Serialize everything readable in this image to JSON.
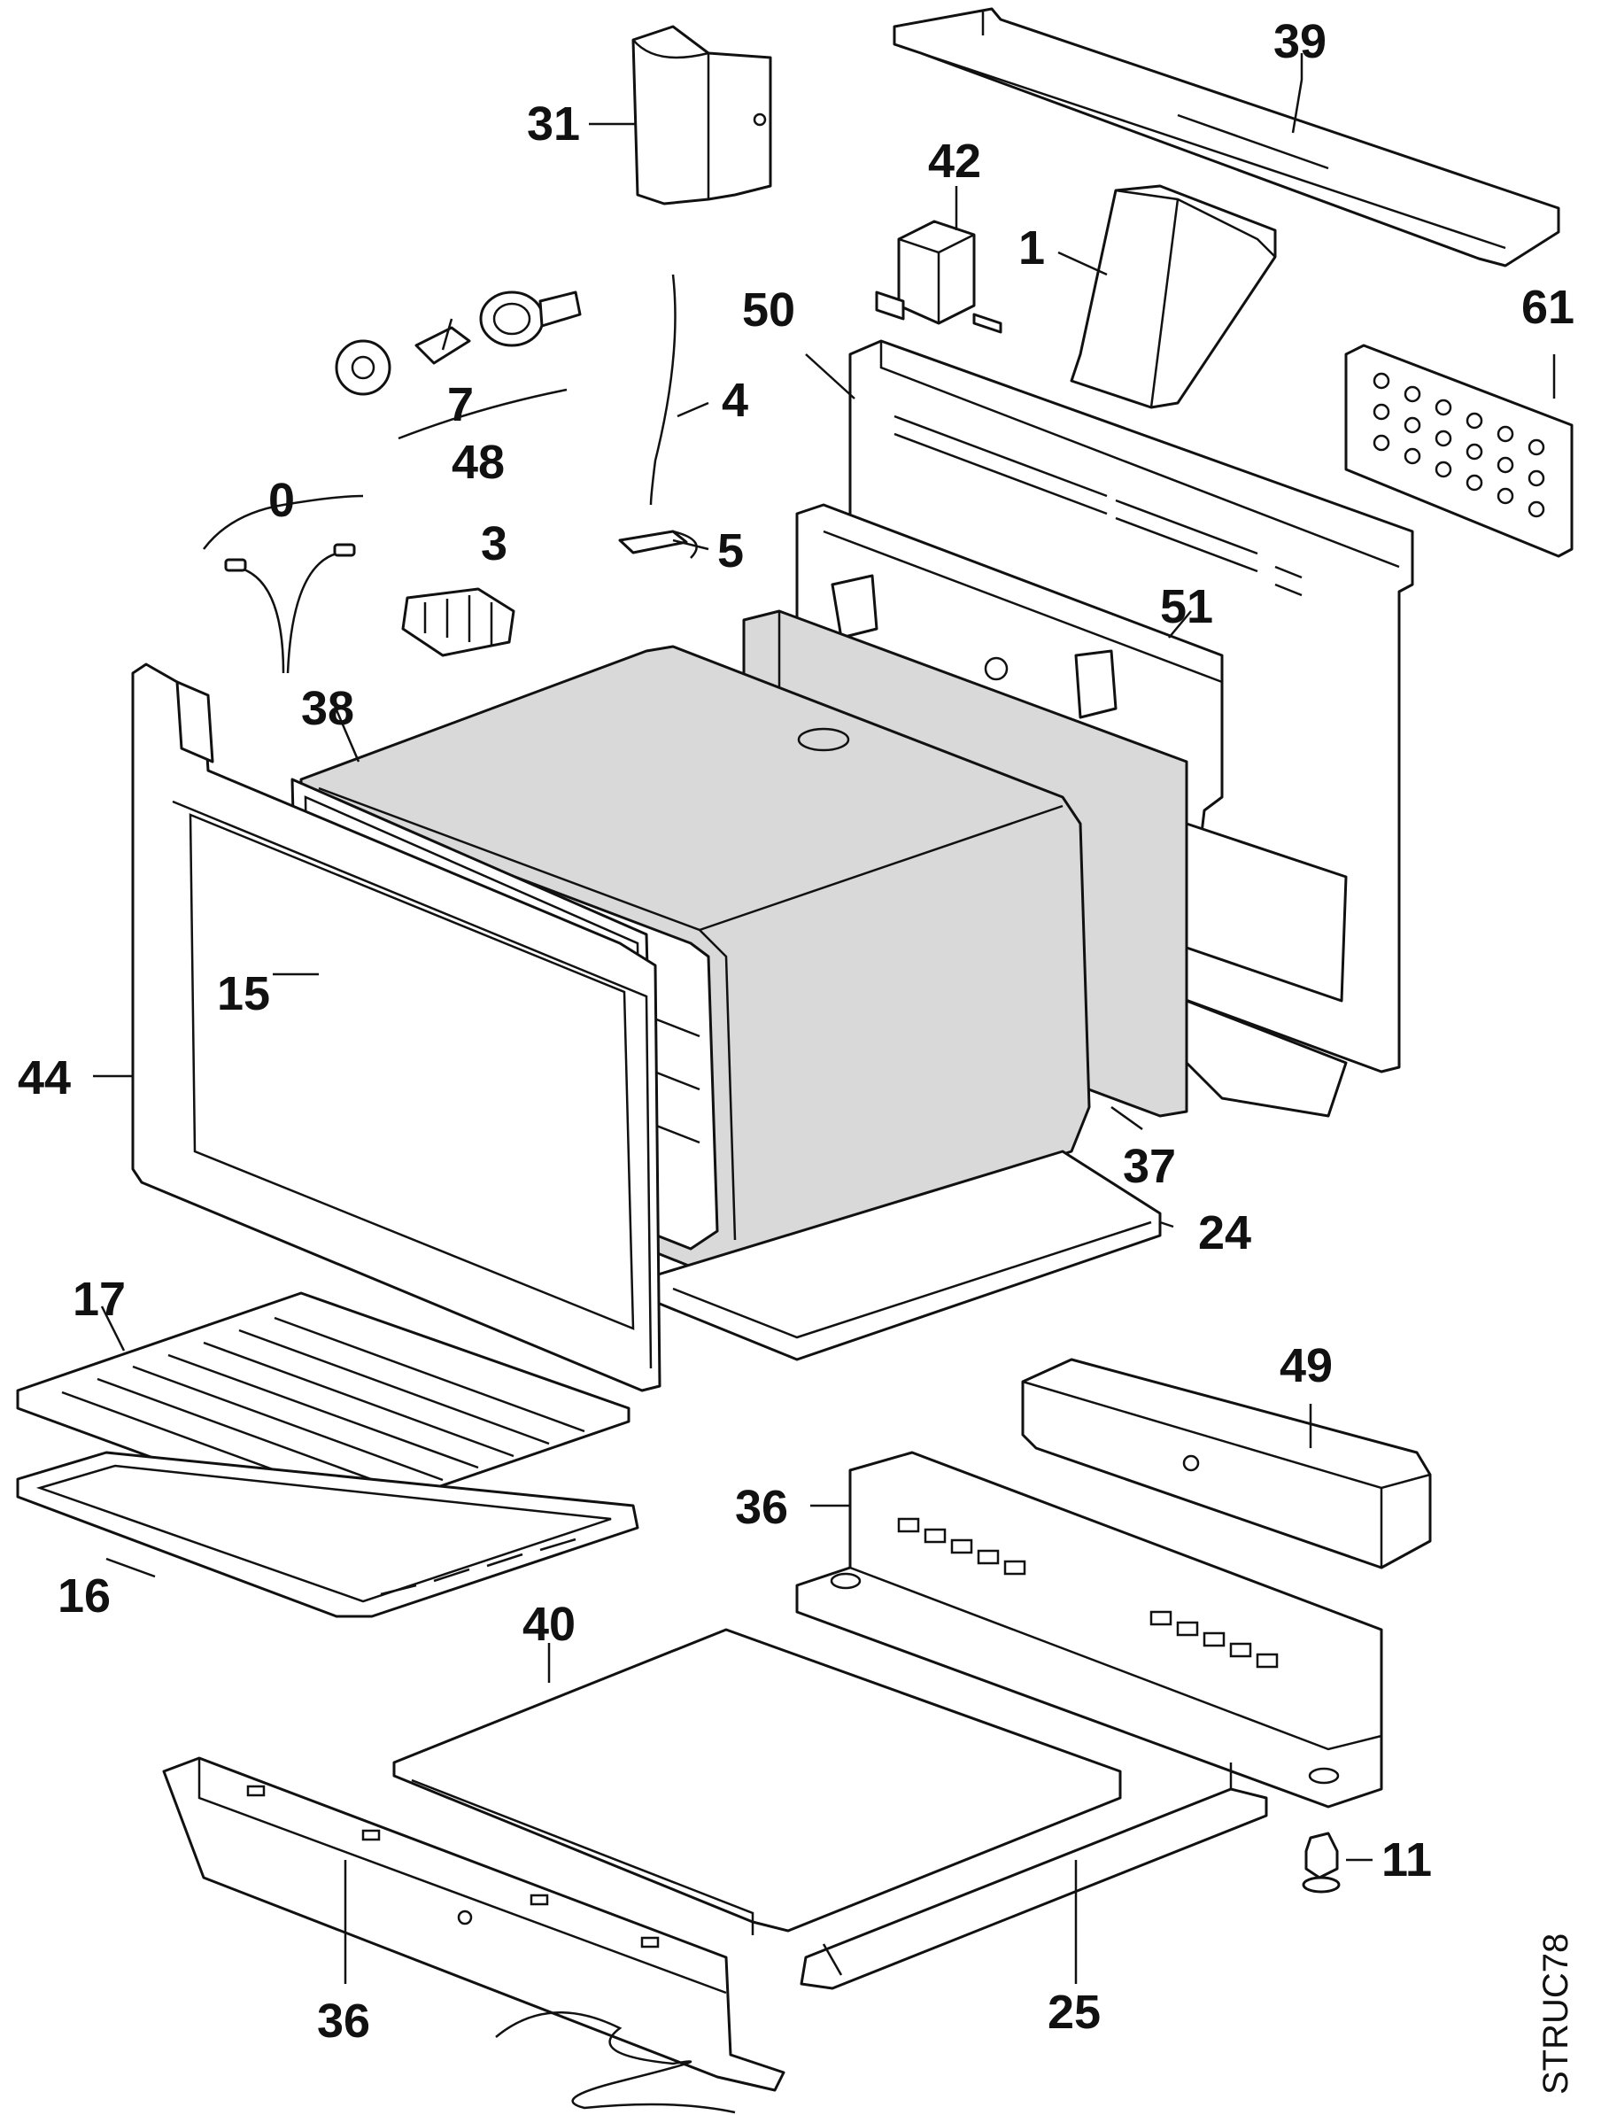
{
  "callouts": [
    {
      "id": "c31",
      "text": "31"
    },
    {
      "id": "c39",
      "text": "39"
    },
    {
      "id": "c42",
      "text": "42"
    },
    {
      "id": "c1",
      "text": "1"
    },
    {
      "id": "c50",
      "text": "50"
    },
    {
      "id": "c61",
      "text": "61"
    },
    {
      "id": "c7",
      "text": "7"
    },
    {
      "id": "c48",
      "text": "48"
    },
    {
      "id": "c4",
      "text": "4"
    },
    {
      "id": "c0",
      "text": "0"
    },
    {
      "id": "c3",
      "text": "3"
    },
    {
      "id": "c5",
      "text": "5"
    },
    {
      "id": "c51",
      "text": "51"
    },
    {
      "id": "c38",
      "text": "38"
    },
    {
      "id": "c15",
      "text": "15"
    },
    {
      "id": "c44",
      "text": "44"
    },
    {
      "id": "c37",
      "text": "37"
    },
    {
      "id": "c24",
      "text": "24"
    },
    {
      "id": "c17",
      "text": "17"
    },
    {
      "id": "c49",
      "text": "49"
    },
    {
      "id": "c36a",
      "text": "36"
    },
    {
      "id": "c16",
      "text": "16"
    },
    {
      "id": "c40",
      "text": "40"
    },
    {
      "id": "c11",
      "text": "11"
    },
    {
      "id": "c36b",
      "text": "36"
    },
    {
      "id": "c25",
      "text": "25"
    }
  ],
  "drawing_code": "STRUC78",
  "colors": {
    "line": "#111111",
    "background": "#ffffff",
    "shade": "#d9d9d9"
  }
}
